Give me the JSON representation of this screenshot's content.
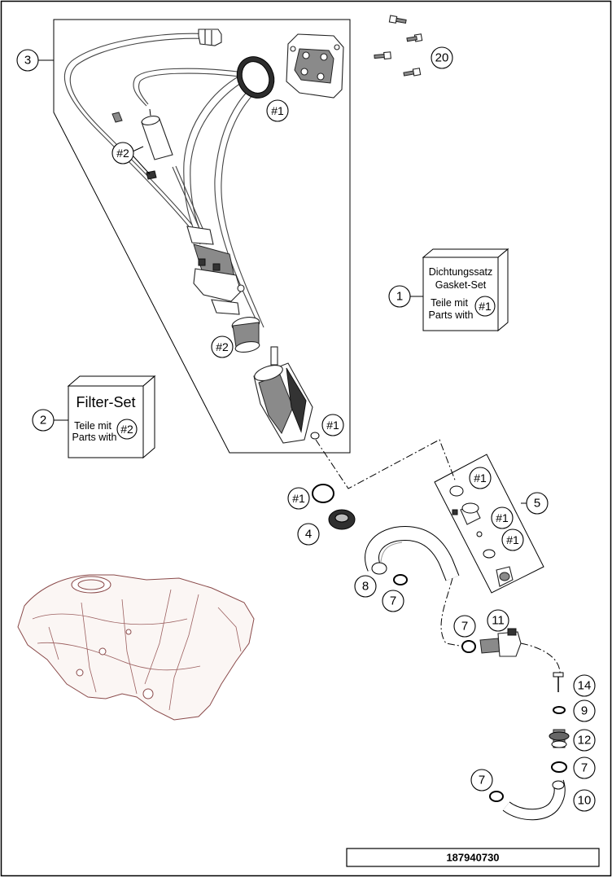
{
  "doc_number": "187940730",
  "callouts": {
    "c1": "1",
    "c2": "2",
    "c3": "3",
    "c4": "4",
    "c5": "5",
    "c7": "7",
    "c8": "8",
    "c9": "9",
    "c10": "10",
    "c11": "11",
    "c12": "12",
    "c14": "14",
    "c20": "20"
  },
  "refs": {
    "seal_set": "#1",
    "filter_set": "#2"
  },
  "gasket_box": {
    "line1": "Dichtungssatz",
    "line2": "Gasket-Set",
    "line3": "Teile mit",
    "line4": "Parts with"
  },
  "filter_box": {
    "title": "Filter-Set",
    "line1": "Teile mit",
    "line2": "Parts with"
  }
}
